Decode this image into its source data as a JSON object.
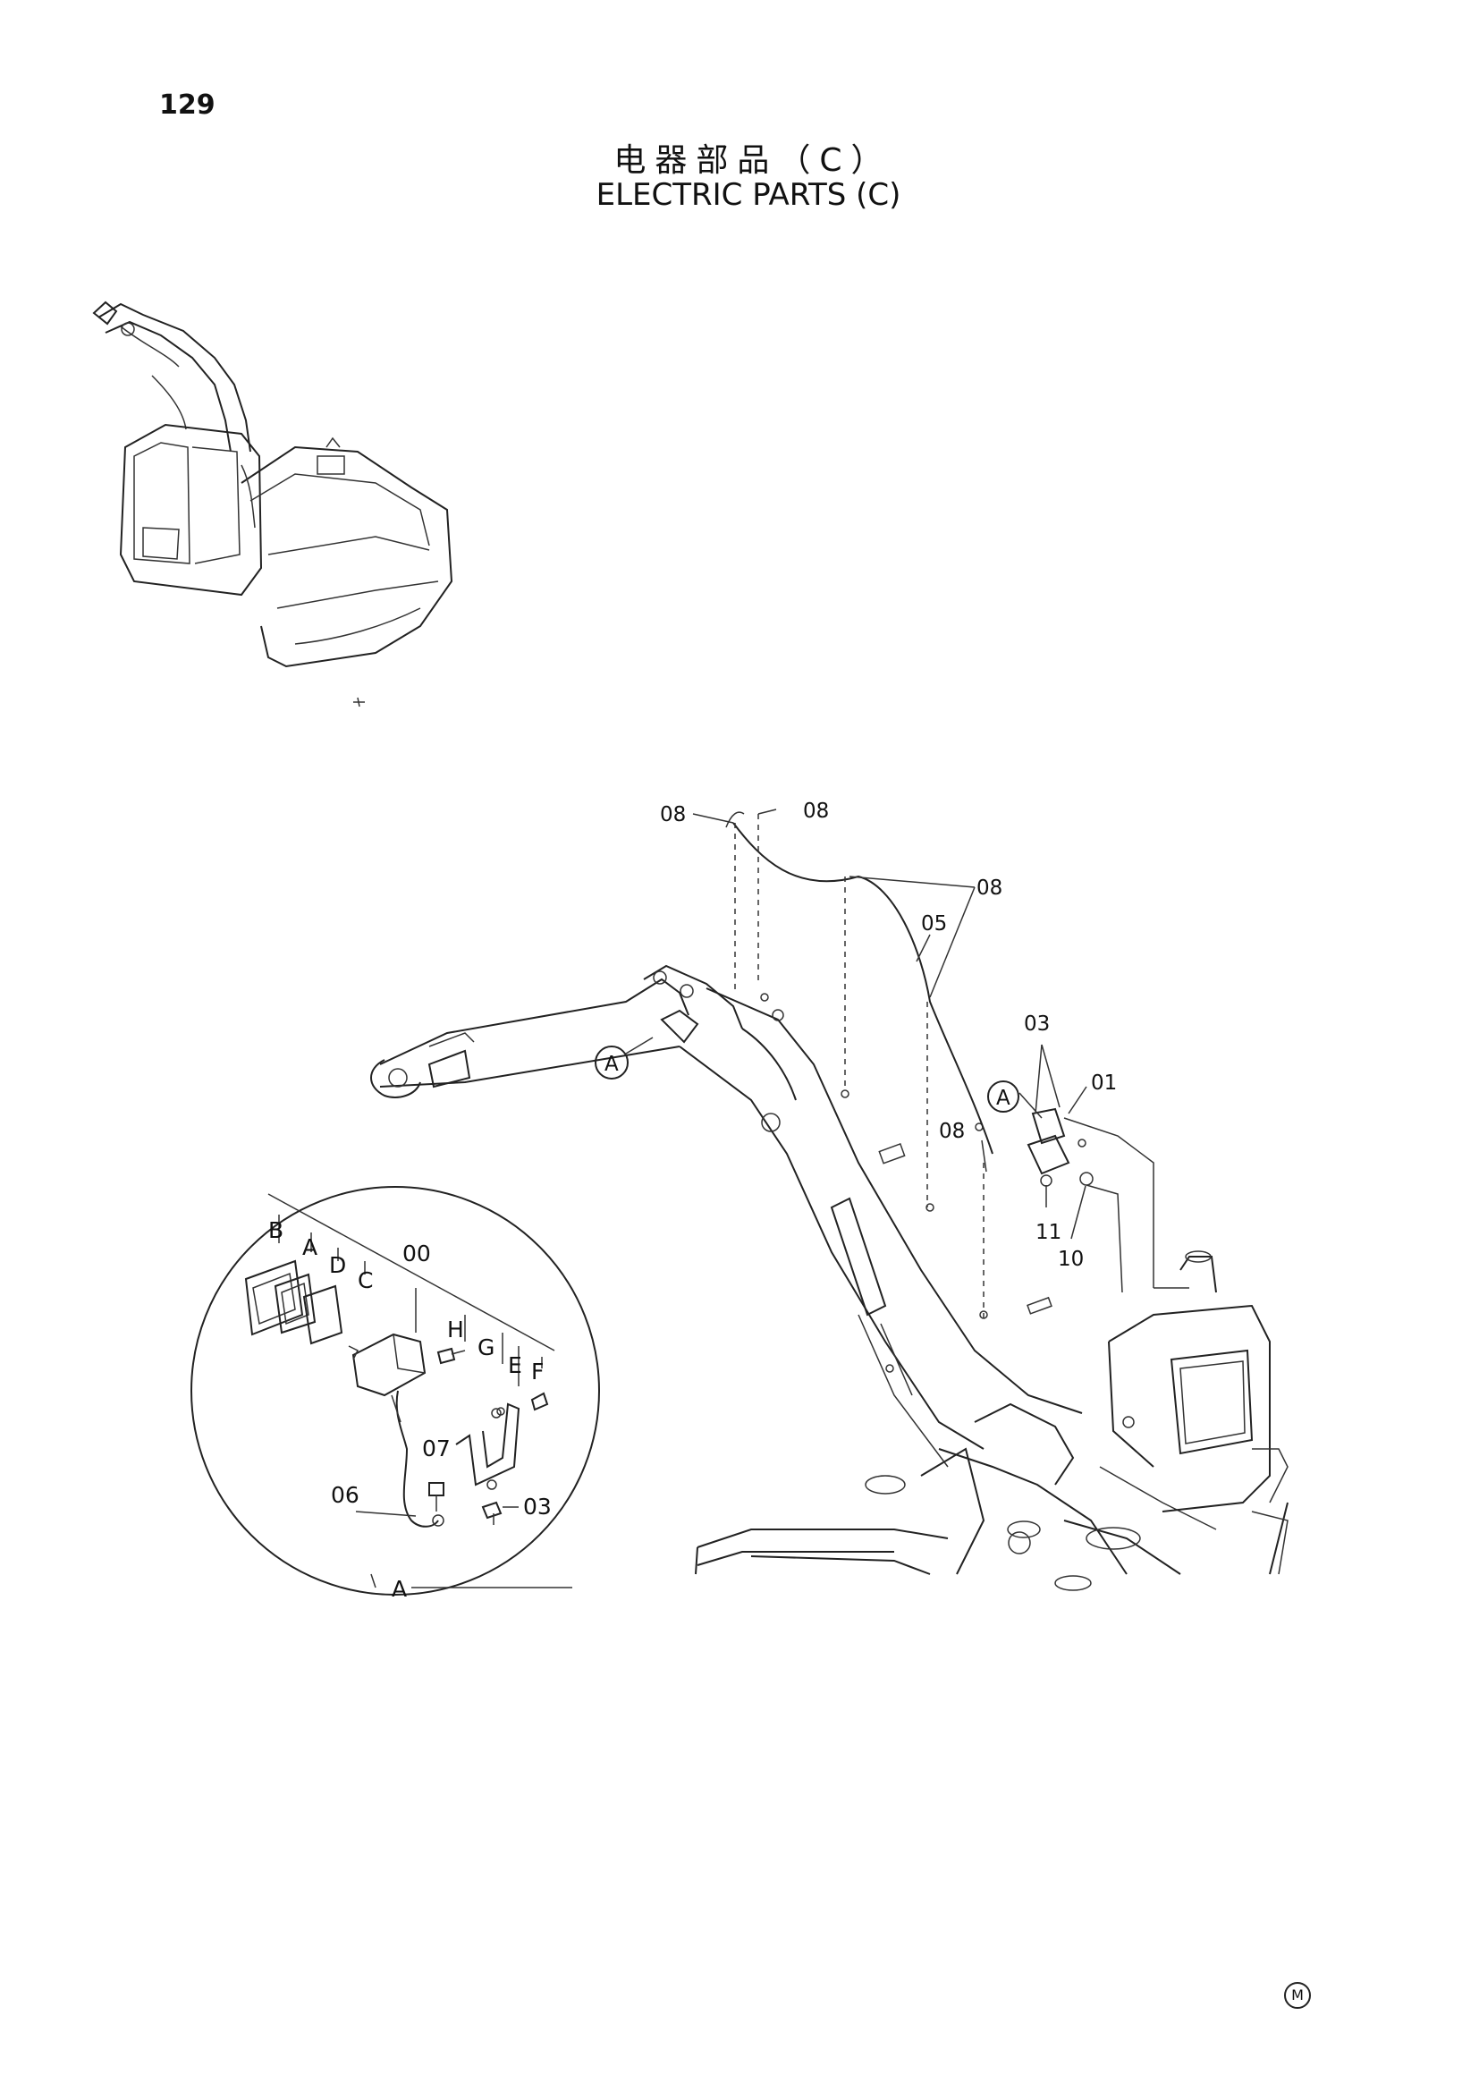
{
  "page_number": "129",
  "title_cn": "电器部品（C）",
  "title_en": "ELECTRIC PARTS (C)",
  "detail_view_label": "A",
  "callouts": {
    "c08a": "08",
    "c08b": "08",
    "c08c": "08",
    "c08d": "08",
    "c05": "05",
    "c03": "03",
    "c01": "01",
    "c11": "11",
    "c10": "10",
    "viewA1": "A",
    "viewA2": "A"
  },
  "detail_callouts": {
    "B": "B",
    "A": "A",
    "D": "D",
    "C": "C",
    "00": "00",
    "H": "H",
    "G": "G",
    "E": "E",
    "F": "F",
    "07": "07",
    "06": "06",
    "03": "03"
  },
  "corner_mark": "M"
}
